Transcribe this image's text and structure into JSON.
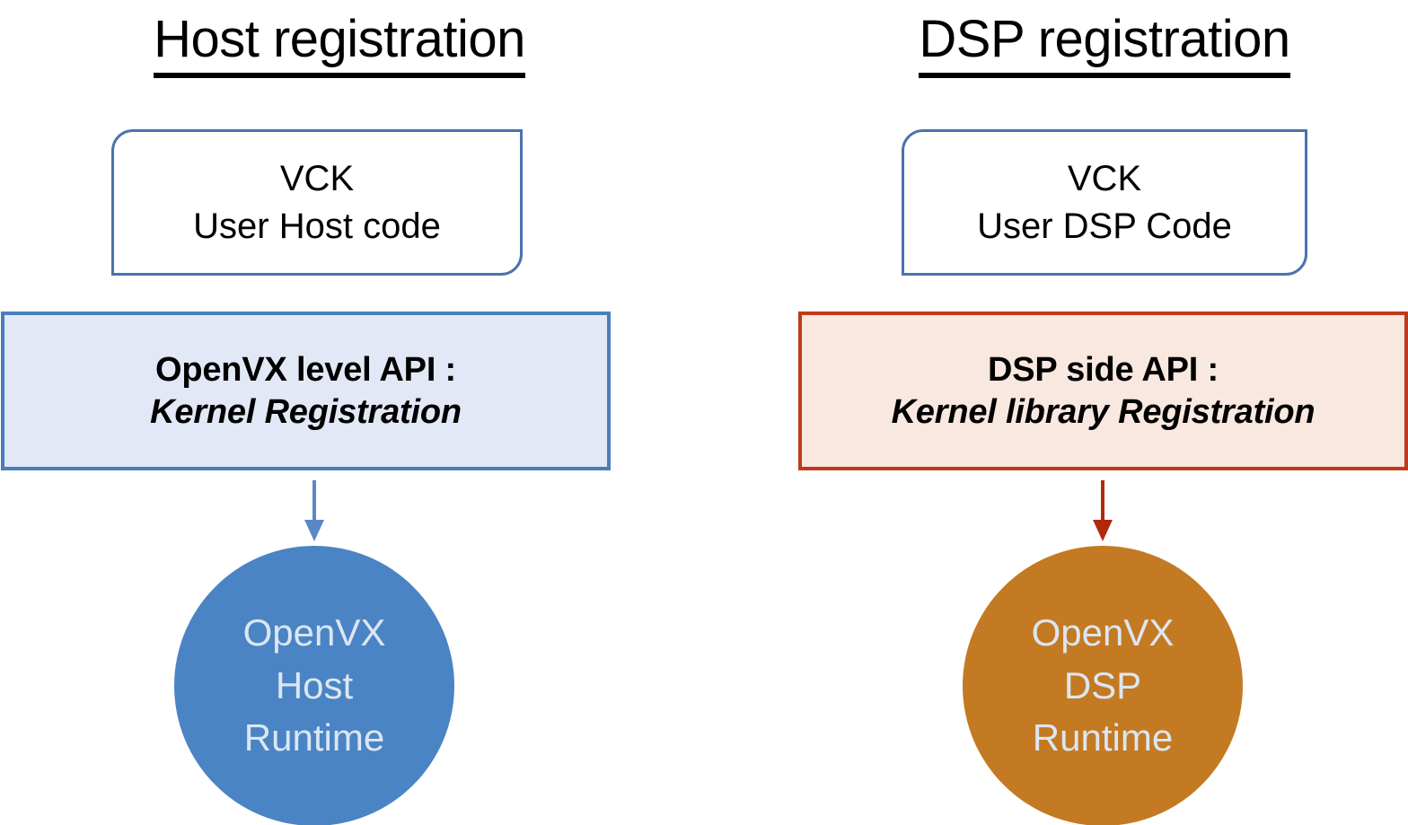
{
  "diagram": {
    "columns": [
      {
        "id": "host",
        "title": "Host registration",
        "vck_box": {
          "line1": "VCK",
          "line2": "User Host code"
        },
        "api_box": {
          "line1": "OpenVX level API :",
          "line2": "Kernel Registration",
          "border_color": "#4a7ebb",
          "fill_color": "#e3e8f6"
        },
        "arrow": {
          "name": "down-arrow-icon",
          "color": "#5b86c8"
        },
        "runtime_circle": {
          "line1": "OpenVX",
          "line2": "Host",
          "line3": "Runtime",
          "fill_color": "#4a84c4",
          "text_color": "#dce6f2"
        }
      },
      {
        "id": "dsp",
        "title": "DSP registration",
        "vck_box": {
          "line1": "VCK",
          "line2": "User DSP Code"
        },
        "api_box": {
          "line1": "DSP side API :",
          "line2": "Kernel library Registration",
          "border_color": "#c0391b",
          "fill_color": "#f8e8df"
        },
        "arrow": {
          "name": "down-arrow-icon",
          "color": "#b02a09"
        },
        "runtime_circle": {
          "line1": "OpenVX",
          "line2": "DSP",
          "line3": "Runtime",
          "fill_color": "#c47a22",
          "text_color": "#dce6f2"
        }
      }
    ],
    "shared": {
      "vck_box_border_color": "#4a72ad",
      "background_color": "#ffffff",
      "title_color": "#000000"
    }
  }
}
